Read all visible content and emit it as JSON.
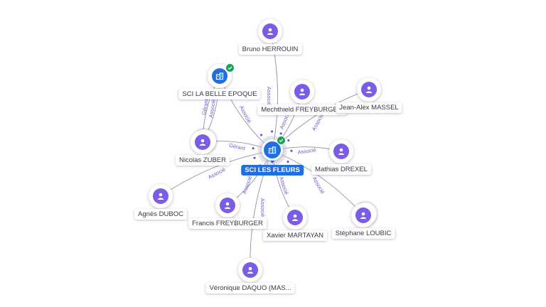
{
  "center": {
    "name": "SCI LES FLEURS",
    "icon": "building-icon",
    "verified": true
  },
  "nodes": [
    {
      "id": "bruno",
      "name": "Bruno HERROUIN",
      "kind": "person",
      "icon": "person-icon"
    },
    {
      "id": "belle",
      "name": "SCI LA BELLE EPOQUE",
      "kind": "company",
      "icon": "building-icon",
      "verified": true
    },
    {
      "id": "mech",
      "name": "Mechthield FREYBURGE...",
      "kind": "person",
      "icon": "person-icon"
    },
    {
      "id": "massel",
      "name": "Jean-Alex MASSEL",
      "kind": "person",
      "icon": "person-icon"
    },
    {
      "id": "zuber",
      "name": "Nicolas ZUBER",
      "kind": "person",
      "icon": "person-icon",
      "stack": true
    },
    {
      "id": "drexel",
      "name": "Mathias DREXEL",
      "kind": "person",
      "icon": "person-icon"
    },
    {
      "id": "duboc",
      "name": "Agnès DUBOC",
      "kind": "person",
      "icon": "person-icon"
    },
    {
      "id": "francis",
      "name": "Francis FREYBURGER",
      "kind": "person",
      "icon": "person-icon"
    },
    {
      "id": "martayan",
      "name": "Xavier MARTAYAN",
      "kind": "person",
      "icon": "person-icon"
    },
    {
      "id": "loubic",
      "name": "Stéphane LOUBIC",
      "kind": "person",
      "icon": "person-icon",
      "stack": true
    },
    {
      "id": "daquo",
      "name": "Véronique DAQUO (MAS...",
      "kind": "person",
      "icon": "person-icon"
    }
  ],
  "edges": [
    {
      "from": "bruno",
      "to": "center",
      "label": "Associé"
    },
    {
      "from": "belle",
      "to": "center",
      "label": "Associé"
    },
    {
      "from": "mech",
      "to": "center",
      "label": "Associé"
    },
    {
      "from": "massel",
      "to": "center",
      "label": "Associé"
    },
    {
      "from": "zuber",
      "to": "center",
      "label": "Gérant"
    },
    {
      "from": "zuber",
      "to": "belle",
      "label": "Gérant"
    },
    {
      "from": "zuber",
      "to": "belle",
      "label": "Associé"
    },
    {
      "from": "drexel",
      "to": "center",
      "label": "Associé"
    },
    {
      "from": "duboc",
      "to": "center",
      "label": "Associé"
    },
    {
      "from": "francis",
      "to": "center",
      "label": "Associé"
    },
    {
      "from": "martayan",
      "to": "center",
      "label": "Associé"
    },
    {
      "from": "loubic",
      "to": "center",
      "label": "Associé"
    },
    {
      "from": "daquo",
      "to": "center",
      "label": "Associé"
    }
  ],
  "colors": {
    "person": "#7b5ce6",
    "company": "#1f6fe0",
    "verified": "#17a35a",
    "edge": "#8d93a4",
    "edge_label": "#6a5bd0"
  }
}
